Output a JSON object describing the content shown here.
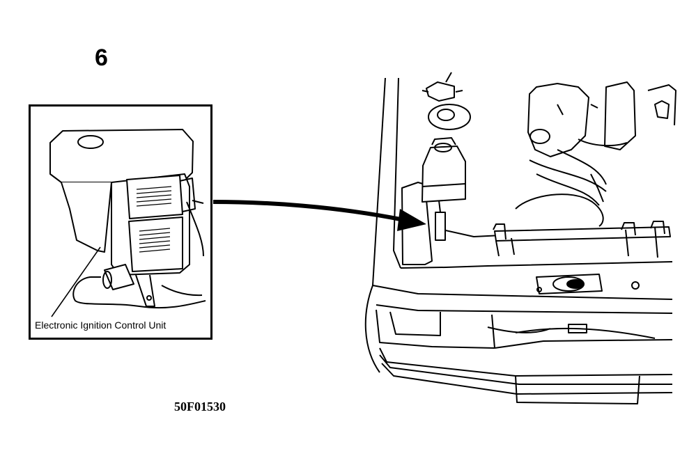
{
  "step_number": "6",
  "inset": {
    "caption": "Electronic Ignition Control Unit"
  },
  "figure_id": "50F01530",
  "colors": {
    "ink": "#000000",
    "paper": "#ffffff"
  }
}
